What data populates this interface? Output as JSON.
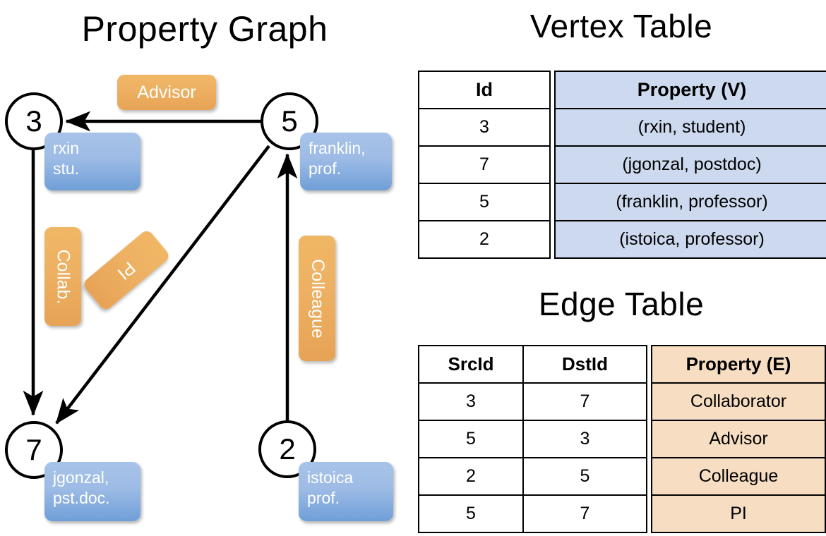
{
  "titles": {
    "property_graph": "Property Graph",
    "vertex_table": "Vertex Table",
    "edge_table": "Edge Table"
  },
  "graph": {
    "nodes": [
      {
        "id": "3",
        "property_line1": "rxin",
        "property_line2": "stu."
      },
      {
        "id": "5",
        "property_line1": "franklin,",
        "property_line2": "prof."
      },
      {
        "id": "7",
        "property_line1": "jgonzal,",
        "property_line2": "pst.doc."
      },
      {
        "id": "2",
        "property_line1": "istoica",
        "property_line2": "prof."
      }
    ],
    "edge_labels": [
      {
        "name": "advisor",
        "text": "Advisor"
      },
      {
        "name": "collab",
        "text": "Collab."
      },
      {
        "name": "pi",
        "text": "PI"
      },
      {
        "name": "colleague",
        "text": "Colleague"
      }
    ]
  },
  "vertex_table": {
    "headers": [
      "Id",
      "Property (V)"
    ],
    "rows": [
      {
        "id": "3",
        "property": "(rxin, student)"
      },
      {
        "id": "7",
        "property": "(jgonzal, postdoc)"
      },
      {
        "id": "5",
        "property": "(franklin, professor)"
      },
      {
        "id": "2",
        "property": "(istoica, professor)"
      }
    ]
  },
  "edge_table": {
    "headers": [
      "SrcId",
      "DstId",
      "Property (E)"
    ],
    "rows": [
      {
        "src": "3",
        "dst": "7",
        "property": "Collaborator"
      },
      {
        "src": "5",
        "dst": "3",
        "property": "Advisor"
      },
      {
        "src": "2",
        "dst": "5",
        "property": "Colleague"
      },
      {
        "src": "5",
        "dst": "7",
        "property": "PI"
      }
    ]
  },
  "colors": {
    "vertex_cell": "#ccd9ee",
    "edge_cell": "#f7dec2",
    "node_box_blue": "#9dbbe5",
    "edge_label_orange": "#eeb163",
    "stroke": "#000000",
    "background": "#ffffff"
  }
}
